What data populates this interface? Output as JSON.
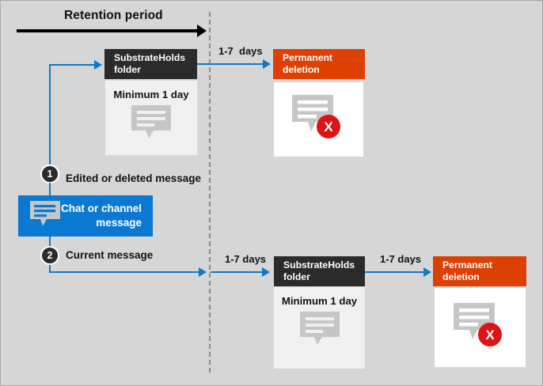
{
  "diagram": {
    "title": "Retention period",
    "divider": {
      "name": "retention-period-boundary"
    },
    "colors": {
      "background": "#d6d6d6",
      "accent_blue": "#0d7ac8",
      "source_blue": "#0b78d1",
      "header_dark": "#2b2b2b",
      "deletion_orange": "#dd4003",
      "error_red": "#dd1414",
      "icon_gray": "#c6c6c6",
      "panel_gray": "#f0f0f0",
      "panel_white": "#ffffff",
      "timeline_black": "#000000"
    },
    "source": {
      "label": "Chat or channel message",
      "icon": "message-icon"
    },
    "steps": [
      {
        "number": "1",
        "label": "Edited or deleted message"
      },
      {
        "number": "2",
        "label": "Current message"
      }
    ],
    "branch_top": {
      "holds": {
        "header": "SubstrateHolds folder",
        "header_line1": "SubstrateHolds",
        "header_line2": "folder",
        "caption": "Minimum 1 day",
        "icon": "message-icon"
      },
      "transition_label": "1-7  days",
      "deletion": {
        "header_line1": "Permanent",
        "header_line2": "deletion",
        "icon": "message-deleted-icon"
      }
    },
    "branch_bottom": {
      "transition_to_holds": "1-7 days",
      "holds": {
        "header": "SubstrateHolds folder",
        "header_line1": "SubstrateHolds",
        "header_line2": "folder",
        "caption": "Minimum 1 day",
        "icon": "message-icon"
      },
      "transition_to_deletion": "1-7 days",
      "deletion": {
        "header_line1": "Permanent",
        "header_line2": "deletion",
        "icon": "message-deleted-icon"
      }
    }
  }
}
